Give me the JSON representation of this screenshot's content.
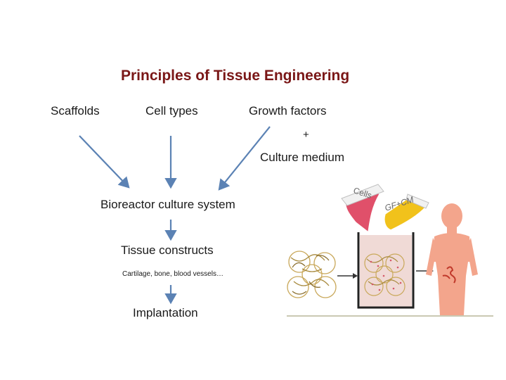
{
  "title": "Principles of Tissue Engineering",
  "inputs": {
    "scaffolds": "Scaffolds",
    "cell_types": "Cell types",
    "growth_factors": "Growth factors",
    "plus": "+",
    "culture_medium": "Culture medium"
  },
  "steps": {
    "bioreactor": "Bioreactor culture system",
    "constructs": "Tissue constructs",
    "construct_examples": "Cartilage, bone, blood vessels…",
    "implantation": "Implantation"
  },
  "illustration": {
    "cells_label": "Cells",
    "gf_cm_label": "GF+CM"
  },
  "colors": {
    "title": "#7a1717",
    "arrow": "#5b82b4",
    "cells_flask": "#e0506a",
    "gf_flask": "#f1c21b",
    "scaffold": "#c9a85a",
    "body": "#f3a58c"
  }
}
